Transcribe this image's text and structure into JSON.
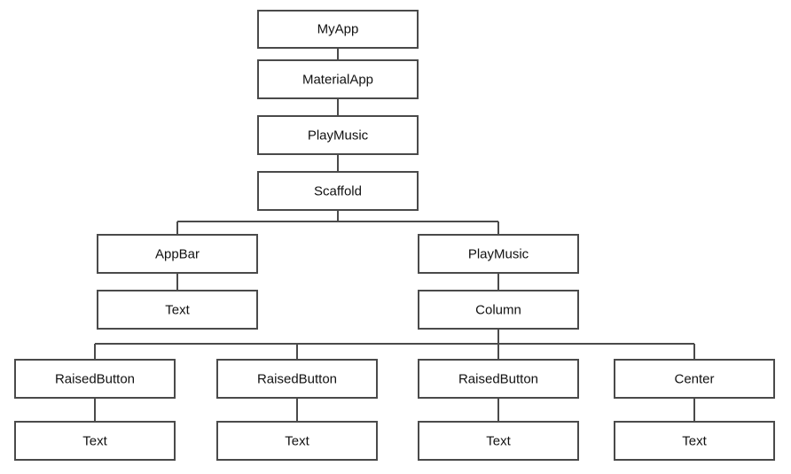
{
  "nodes": [
    {
      "id": "myapp",
      "label": "MyApp"
    },
    {
      "id": "materialapp",
      "label": "MaterialApp"
    },
    {
      "id": "playmusic-1",
      "label": "PlayMusic"
    },
    {
      "id": "scaffold",
      "label": "Scaffold"
    },
    {
      "id": "appbar",
      "label": "AppBar"
    },
    {
      "id": "playmusic-2",
      "label": "PlayMusic"
    },
    {
      "id": "appbar-text",
      "label": "Text"
    },
    {
      "id": "column",
      "label": "Column"
    },
    {
      "id": "raisedbutton-1",
      "label": "RaisedButton"
    },
    {
      "id": "raisedbutton-2",
      "label": "RaisedButton"
    },
    {
      "id": "raisedbutton-3",
      "label": "RaisedButton"
    },
    {
      "id": "center",
      "label": "Center"
    },
    {
      "id": "raisedbutton-1-text",
      "label": "Text"
    },
    {
      "id": "raisedbutton-2-text",
      "label": "Text"
    },
    {
      "id": "raisedbutton-3-text",
      "label": "Text"
    },
    {
      "id": "center-text",
      "label": "Text"
    }
  ],
  "edges": [
    {
      "from": "myapp",
      "to": "materialapp"
    },
    {
      "from": "materialapp",
      "to": "playmusic-1"
    },
    {
      "from": "playmusic-1",
      "to": "scaffold"
    },
    {
      "from": "scaffold",
      "to": "appbar"
    },
    {
      "from": "scaffold",
      "to": "playmusic-2"
    },
    {
      "from": "appbar",
      "to": "appbar-text"
    },
    {
      "from": "playmusic-2",
      "to": "column"
    },
    {
      "from": "column",
      "to": "raisedbutton-1"
    },
    {
      "from": "column",
      "to": "raisedbutton-2"
    },
    {
      "from": "column",
      "to": "raisedbutton-3"
    },
    {
      "from": "column",
      "to": "center"
    },
    {
      "from": "raisedbutton-1",
      "to": "raisedbutton-1-text"
    },
    {
      "from": "raisedbutton-2",
      "to": "raisedbutton-2-text"
    },
    {
      "from": "raisedbutton-3",
      "to": "raisedbutton-3-text"
    },
    {
      "from": "center",
      "to": "center-text"
    }
  ]
}
